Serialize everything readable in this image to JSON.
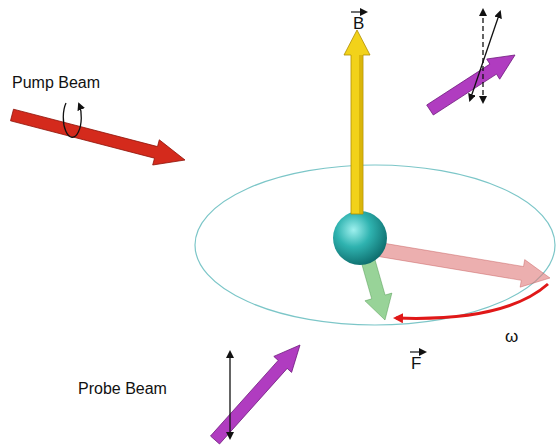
{
  "diagram": {
    "labels": [
      "Pump Beam",
      "B",
      "F",
      "ω",
      "Probe Beam"
    ]
  }
}
